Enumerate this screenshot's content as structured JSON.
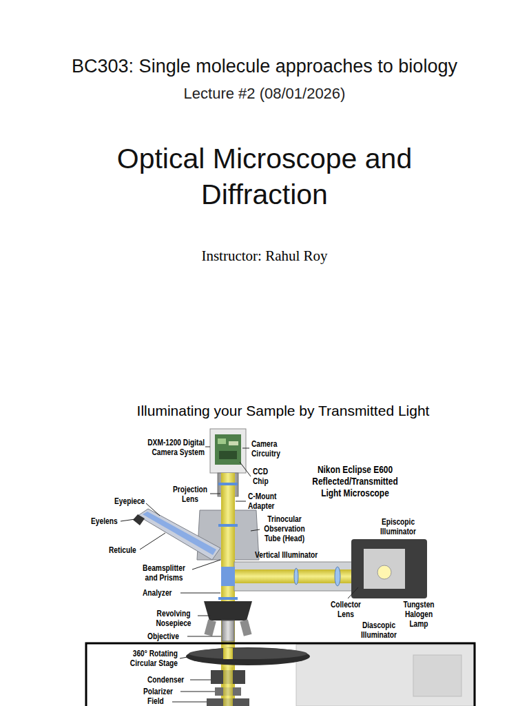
{
  "diagram": {
    "title": "BC303: Single molecule approaches to biology",
    "labels": [
      "Lecture #2 (08/01/2026)",
      "Optical Microscope and Diffraction",
      "Instructor: Rahul Roy",
      "Illuminating your Sample by Transmitted Light",
      "DXM-1200 Digital Camera System",
      "Camera Circuitry",
      "Nikon Eclipse E600 Reflected/Transmitted Light Microscope",
      "CCD Chip",
      "Projection Lens",
      "C-Mount Adapter",
      "Eyepiece",
      "Eyelens",
      "Trinocular Observation Tube (Head)",
      "Episcopic Illuminator",
      "Reticule",
      "Vertical Illuminator",
      "Beamsplitter and Prisms",
      "Analyzer",
      "Collector Lens",
      "Tungsten Halogen Lamp",
      "Revolving Nosepiece",
      "Diascopic Illuminator",
      "Objective",
      "360° Rotating Circular Stage",
      "Condenser",
      "Polarizer",
      "Field"
    ]
  }
}
